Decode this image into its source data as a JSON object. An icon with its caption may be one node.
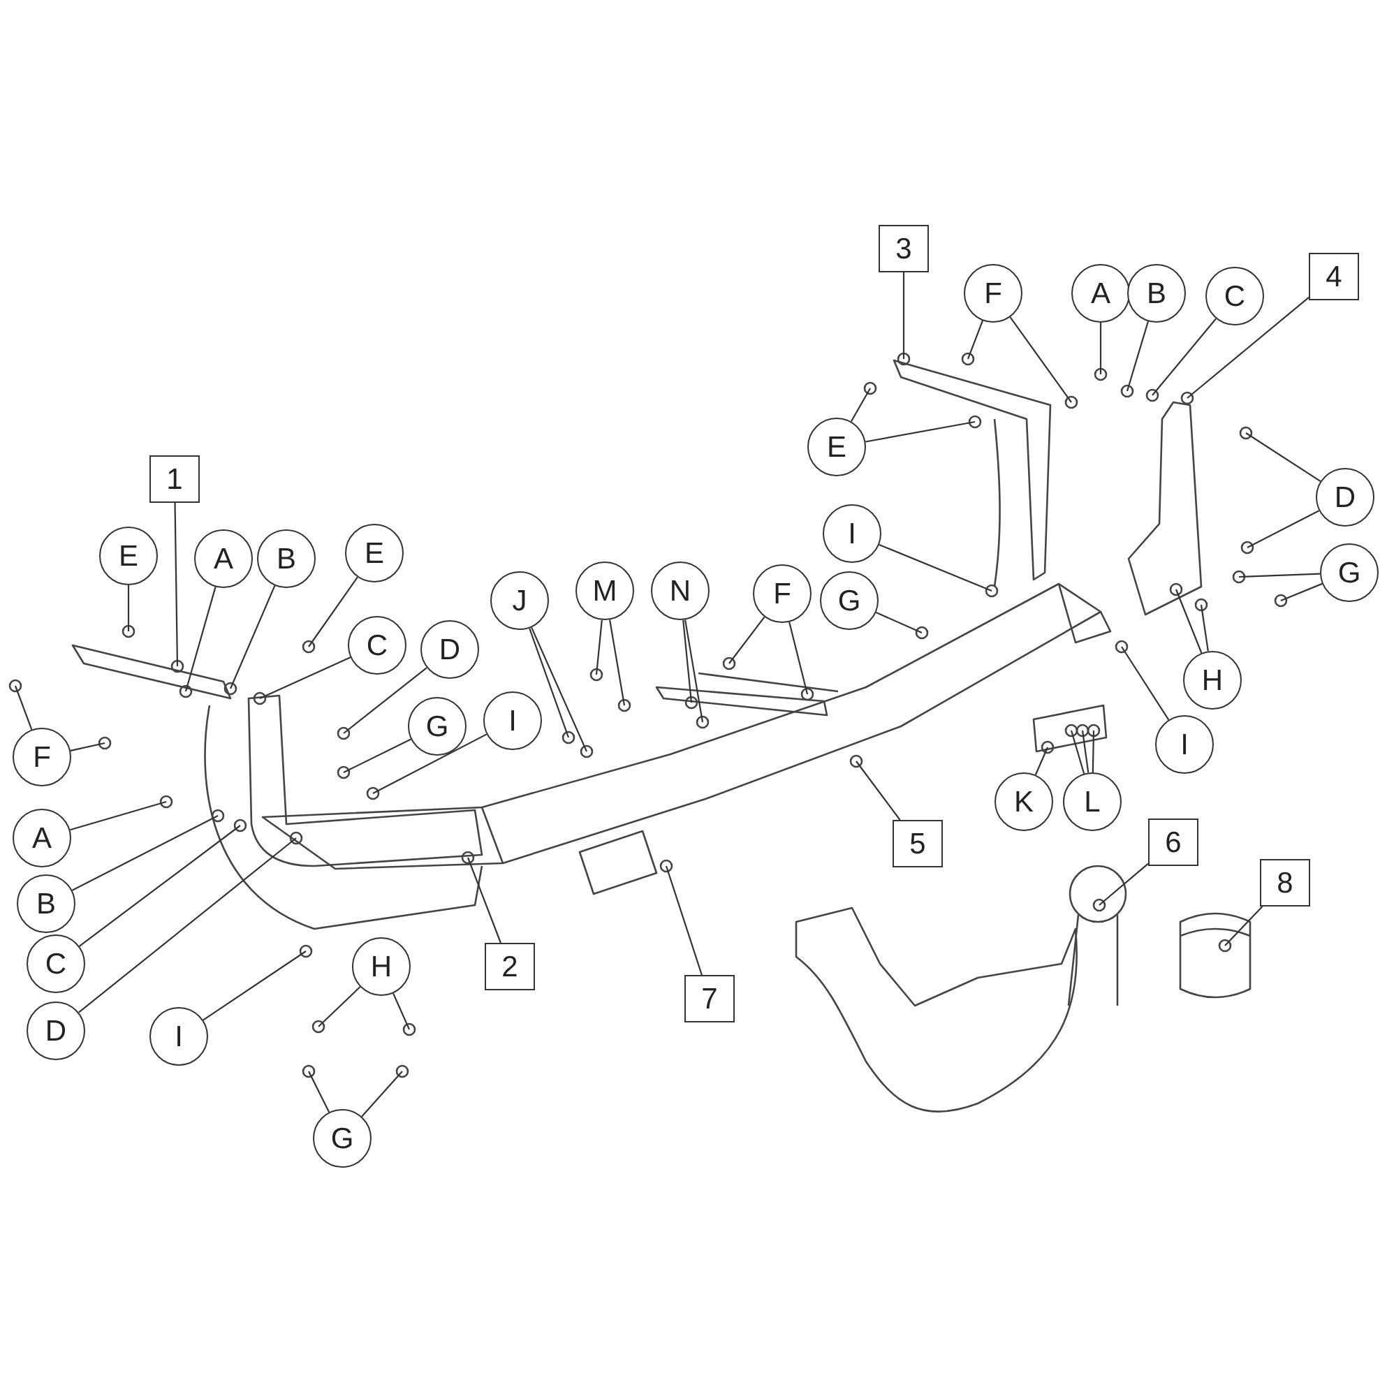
{
  "diagram": {
    "nodes": [
      {
        "text": [
          "3"
        ]
      },
      {
        "text": [
          "4"
        ]
      },
      {
        "text": [
          "F"
        ]
      },
      {
        "text": [
          "A"
        ]
      },
      {
        "text": [
          "B"
        ]
      },
      {
        "text": [
          "C"
        ]
      },
      {
        "text": [
          "E"
        ]
      },
      {
        "text": [
          "1"
        ]
      },
      {
        "text": [
          "D"
        ]
      },
      {
        "text": [
          "I"
        ]
      },
      {
        "text": [
          "E"
        ]
      },
      {
        "text": [
          "A"
        ]
      },
      {
        "text": [
          "B"
        ]
      },
      {
        "text": [
          "E"
        ]
      },
      {
        "text": [
          "G"
        ]
      },
      {
        "text": [
          "J"
        ]
      },
      {
        "text": [
          "M"
        ]
      },
      {
        "text": [
          "N"
        ]
      },
      {
        "text": [
          "F"
        ]
      },
      {
        "text": [
          "G"
        ]
      },
      {
        "text": [
          "C"
        ]
      },
      {
        "text": [
          "D"
        ]
      },
      {
        "text": [
          "H"
        ]
      },
      {
        "text": [
          "G"
        ]
      },
      {
        "text": [
          "I"
        ]
      },
      {
        "text": [
          "F"
        ]
      },
      {
        "text": [
          "I"
        ]
      },
      {
        "text": [
          "K"
        ]
      },
      {
        "text": [
          "L"
        ]
      },
      {
        "text": [
          "A"
        ]
      },
      {
        "text": [
          "5"
        ]
      },
      {
        "text": [
          "6"
        ]
      },
      {
        "text": [
          "8"
        ]
      },
      {
        "text": [
          "B"
        ]
      },
      {
        "text": [
          "C"
        ]
      },
      {
        "text": [
          "2"
        ]
      },
      {
        "text": [
          "H"
        ]
      },
      {
        "text": [
          "7"
        ]
      },
      {
        "text": [
          "D"
        ]
      },
      {
        "text": [
          "I"
        ]
      },
      {
        "text": [
          "G"
        ]
      }
    ],
    "edges": [
      {
        "from": 0,
        "to": null,
        "arrow": "none"
      },
      {
        "from": 1,
        "to": null,
        "arrow": "none"
      },
      {
        "from": 2,
        "to": null,
        "arrow": "none"
      },
      {
        "from": 2,
        "to": null,
        "arrow": "none"
      },
      {
        "from": 3,
        "to": null,
        "arrow": "none"
      },
      {
        "from": 4,
        "to": null,
        "arrow": "none"
      },
      {
        "from": 5,
        "to": null,
        "arrow": "none"
      },
      {
        "from": 6,
        "to": null,
        "arrow": "none"
      },
      {
        "from": 6,
        "to": null,
        "arrow": "none"
      },
      {
        "from": 7,
        "to": null,
        "arrow": "none"
      },
      {
        "from": 8,
        "to": null,
        "arrow": "none"
      },
      {
        "from": 8,
        "to": null,
        "arrow": "none"
      },
      {
        "from": 9,
        "to": null,
        "arrow": "none"
      },
      {
        "from": 10,
        "to": null,
        "arrow": "none"
      },
      {
        "from": 11,
        "to": null,
        "arrow": "none"
      },
      {
        "from": 12,
        "to": null,
        "arrow": "none"
      },
      {
        "from": 13,
        "to": null,
        "arrow": "none"
      },
      {
        "from": 14,
        "to": null,
        "arrow": "none"
      },
      {
        "from": 14,
        "to": null,
        "arrow": "none"
      },
      {
        "from": 15,
        "to": null,
        "arrow": "none"
      },
      {
        "from": 15,
        "to": null,
        "arrow": "none"
      },
      {
        "from": 16,
        "to": null,
        "arrow": "none"
      },
      {
        "from": 16,
        "to": null,
        "arrow": "none"
      },
      {
        "from": 17,
        "to": null,
        "arrow": "none"
      },
      {
        "from": 17,
        "to": null,
        "arrow": "none"
      },
      {
        "from": 18,
        "to": null,
        "arrow": "none"
      },
      {
        "from": 18,
        "to": null,
        "arrow": "none"
      },
      {
        "from": 19,
        "to": null,
        "arrow": "none"
      },
      {
        "from": 20,
        "to": null,
        "arrow": "none"
      },
      {
        "from": 21,
        "to": null,
        "arrow": "none"
      },
      {
        "from": 22,
        "to": null,
        "arrow": "none"
      },
      {
        "from": 22,
        "to": null,
        "arrow": "none"
      },
      {
        "from": 23,
        "to": null,
        "arrow": "none"
      },
      {
        "from": 24,
        "to": null,
        "arrow": "none"
      },
      {
        "from": 25,
        "to": null,
        "arrow": "none"
      },
      {
        "from": 25,
        "to": null,
        "arrow": "none"
      },
      {
        "from": 26,
        "to": null,
        "arrow": "none"
      },
      {
        "from": 27,
        "to": null,
        "arrow": "none"
      },
      {
        "from": 28,
        "to": null,
        "arrow": "none"
      },
      {
        "from": 28,
        "to": null,
        "arrow": "none"
      },
      {
        "from": 28,
        "to": null,
        "arrow": "none"
      },
      {
        "from": 29,
        "to": null,
        "arrow": "none"
      },
      {
        "from": 30,
        "to": null,
        "arrow": "none"
      },
      {
        "from": 31,
        "to": null,
        "arrow": "none"
      },
      {
        "from": 32,
        "to": null,
        "arrow": "none"
      },
      {
        "from": 33,
        "to": null,
        "arrow": "none"
      },
      {
        "from": 34,
        "to": null,
        "arrow": "none"
      },
      {
        "from": 35,
        "to": null,
        "arrow": "none"
      },
      {
        "from": 36,
        "to": null,
        "arrow": "none"
      },
      {
        "from": 36,
        "to": null,
        "arrow": "none"
      },
      {
        "from": 37,
        "to": null,
        "arrow": "none"
      },
      {
        "from": 38,
        "to": null,
        "arrow": "none"
      },
      {
        "from": 39,
        "to": null,
        "arrow": "none"
      },
      {
        "from": 40,
        "to": null,
        "arrow": "none"
      },
      {
        "from": 40,
        "to": null,
        "arrow": "none"
      }
    ]
  }
}
